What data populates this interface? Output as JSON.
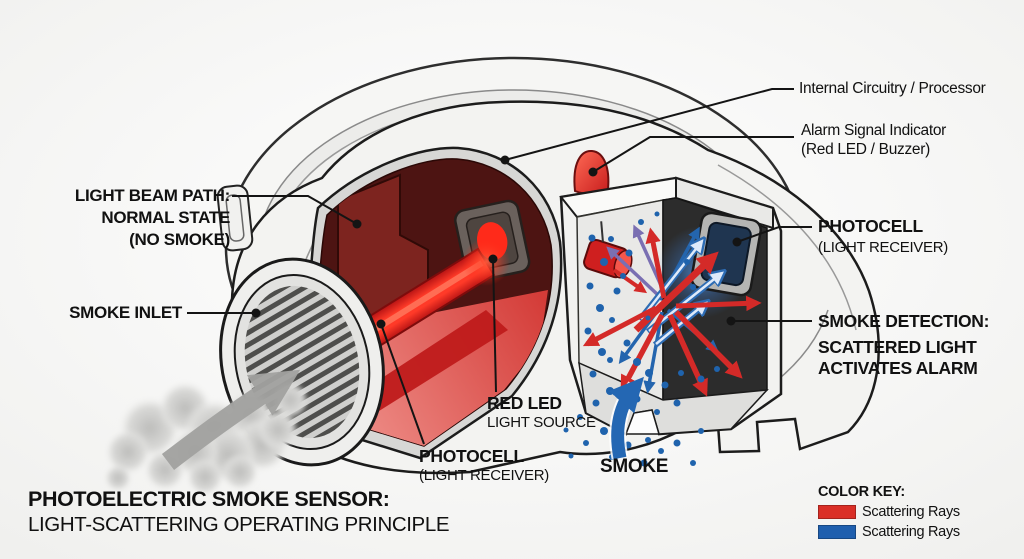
{
  "diagram": {
    "title_line1": "PHOTOELECTRIC SMOKE SENSOR:",
    "title_line2": "LIGHT-SCATTERING OPERATING PRINCIPLE"
  },
  "callouts": {
    "internal_circuitry": "Internal Circuitry / Processor",
    "alarm_indicator_1": "Alarm Signal Indicator",
    "alarm_indicator_2": "(Red LED / Buzzer)",
    "light_beam_1": "LIGHT BEAM PATH:",
    "light_beam_2": "NORMAL STATE",
    "light_beam_3": "(NO SMOKE)",
    "smoke_inlet": "SMOKE INLET",
    "photocell_right_1": "PHOTOCELL",
    "photocell_right_2": "(LIGHT RECEIVER)",
    "smoke_detection_1": "SMOKE DETECTION:",
    "smoke_detection_2": "SCATTERED LIGHT",
    "smoke_detection_3": "ACTIVATES ALARM",
    "red_led_1": "RED LED",
    "red_led_2": "LIGHT SOURCE",
    "photocell_bottom_1": "PHOTOCELL",
    "photocell_bottom_2": "(LIGHT RECEIVER)",
    "smoke": "SMOKE"
  },
  "legend": {
    "heading": "COLOR KEY:",
    "items": [
      {
        "label": "Scattering Rays",
        "color": "#da2f27"
      },
      {
        "label": "Scattering Rays",
        "color": "#1f5fae"
      }
    ]
  },
  "colors": {
    "scatter_red": "#d42a28",
    "scatter_blue": "#2465ae",
    "beam_red": "#ee1c1c",
    "smoke_particle_blue": "#1f63ad",
    "chamber_dark": "#2c2c2c",
    "housing_light": "#f3f3f1"
  }
}
